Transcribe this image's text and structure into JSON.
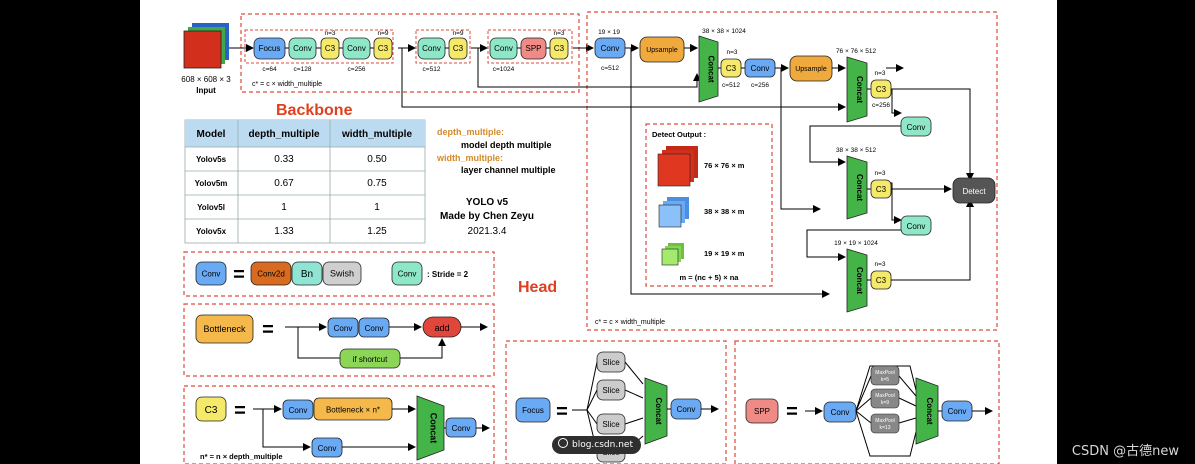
{
  "backbone": {
    "title": "Backbone",
    "input_label": "608 × 608 × 3",
    "input_name": "Input",
    "nodes": [
      "Focus",
      "Conv",
      "Conv",
      "C3",
      "Conv",
      "C3",
      "Conv",
      "SPP",
      "C3"
    ],
    "n_labels": [
      "n=3",
      "n=9",
      "n=9",
      "n=3"
    ],
    "c_labels": [
      "c=64",
      "c=128",
      "c=256",
      "c=512",
      "c=1024"
    ],
    "formula": "c* = c × width_multiple"
  },
  "table": {
    "headers": [
      "Model",
      "depth_multiple",
      "width_multiple"
    ],
    "rows": [
      [
        "Yolov5s",
        "0.33",
        "0.50"
      ],
      [
        "Yolov5m",
        "0.67",
        "0.75"
      ],
      [
        "Yolov5l",
        "1",
        "1"
      ],
      [
        "Yolov5x",
        "1.33",
        "1.25"
      ]
    ]
  },
  "notes": {
    "dm_key": "depth_multiple:",
    "dm_val": "model depth multiple",
    "wm_key": "width_multiple:",
    "wm_val": "layer channel multiple"
  },
  "credit": {
    "title": "YOLO v5",
    "author": "Made by Chen Zeyu",
    "date": "2021.3.4"
  },
  "legend": {
    "conv_label": "Conv",
    "eq": "=",
    "conv2d": "Conv2d",
    "bn": "Bn",
    "swish": "Swish",
    "conv_stride_label": "Conv",
    "stride_text": ": Stride = 2",
    "bottleneck": "Bottleneck",
    "bn_conv1": "Conv",
    "bn_conv2": "Conv",
    "add": "add",
    "if_shortcut": "if shortcut",
    "c3": "C3",
    "c3_conv1": "Conv",
    "c3_bottleneck": "Bottleneck × n*",
    "c3_conv2": "Conv",
    "c3_concat": "Concat",
    "c3_conv3": "Conv",
    "c3_formula": "n* = n × depth_multiple"
  },
  "head": {
    "title": "Head",
    "dims": {
      "d19": "19 × 19",
      "d38": "38 × 38 × 1024",
      "d76": "76 × 76 × 512",
      "d38b": "38 × 38 × 512",
      "d19b": "19 × 19 × 1024"
    },
    "conv": "Conv",
    "upsample": "Upsample",
    "concat": "Concat",
    "c3": "C3",
    "detect": "Detect",
    "n3": "n=3",
    "c512": "c=512",
    "c256": "c=256",
    "formula": "c* = c × width_multiple"
  },
  "detect_output": {
    "title": "Detect Output :",
    "items": [
      "76 × 76 × m",
      "38 × 38 × m",
      "19 × 19 × m"
    ],
    "formula": "m = (nc + 5) × na"
  },
  "focus": {
    "label": "Focus",
    "eq": "=",
    "slice": "Slice",
    "concat": "Concat",
    "conv": "Conv"
  },
  "spp": {
    "label": "SPP",
    "eq": "=",
    "conv_in": "Conv",
    "pool_name": "MaxPool",
    "pool_k": [
      "k=5",
      "k=9",
      "k=13"
    ],
    "concat": "Concat",
    "conv_out": "Conv"
  },
  "badge_text": "blog.csdn.net",
  "watermark": "CSDN @古德new",
  "colors": {
    "focus": "#6aa9f4",
    "conv": "#8ee8c8",
    "c3": "#f5e96a",
    "spp": "#f08a86",
    "upsample": "#f0a93c",
    "concat": "#44b449",
    "detect": "#555555",
    "conv2d": "#d86b1f",
    "bn": "#90e4d4",
    "swish": "#cfcfcf",
    "bottleneck": "#f5b84a",
    "add": "#e0463c",
    "if_shortcut": "#8bd656",
    "slice": "#cccccc",
    "maxpool": "#888888",
    "red_dash": "#e04a3a",
    "title_red": "#e0401f"
  }
}
